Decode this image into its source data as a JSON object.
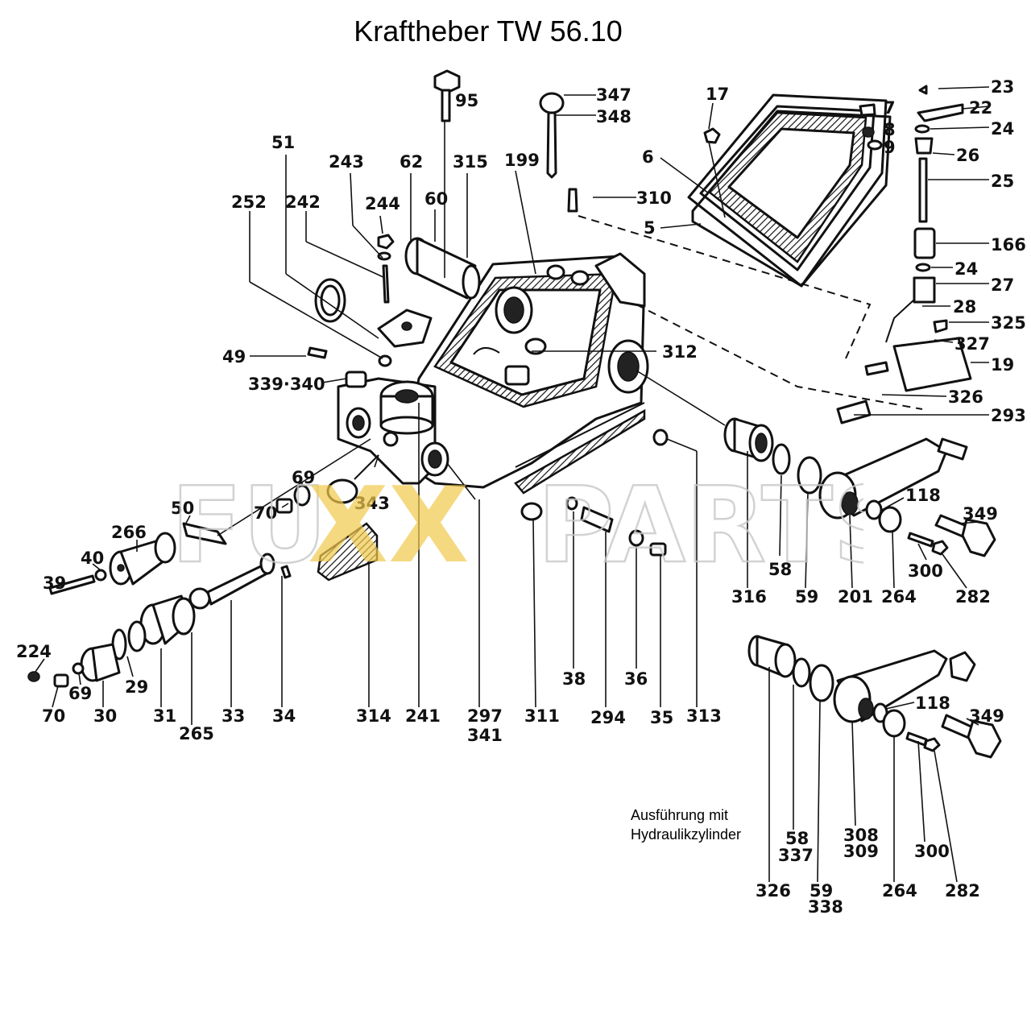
{
  "title": "Kraftheber TW 56.10",
  "variant_note": [
    "Ausführung mit",
    "Hydraulikzylinder"
  ],
  "watermark": {
    "prefix": "FU",
    "highlight": "XX",
    "suffix": "PARTS",
    "highlight_color": "#f2c94c",
    "outline_color": "#c8c8c8"
  },
  "callouts": [
    "95",
    "347",
    "348",
    "17",
    "7",
    "8",
    "9",
    "23",
    "22",
    "24",
    "26",
    "25",
    "166",
    "24",
    "27",
    "28",
    "325",
    "327",
    "19",
    "326",
    "293",
    "51",
    "243",
    "62",
    "315",
    "199",
    "310",
    "60",
    "252",
    "242",
    "244",
    "6",
    "5",
    "312",
    "49",
    "339·340",
    "69",
    "70",
    "50",
    "343",
    "266",
    "40",
    "39",
    "224",
    "69",
    "70",
    "30",
    "29",
    "31",
    "265",
    "33",
    "34",
    "314",
    "241",
    "297",
    "341",
    "311",
    "38",
    "294",
    "36",
    "35",
    "313",
    "316",
    "58",
    "59",
    "201",
    "118",
    "349",
    "300",
    "264",
    "282",
    "326",
    "58",
    "337",
    "59",
    "338",
    "308",
    "309",
    "118",
    "349",
    "300",
    "264",
    "282"
  ]
}
